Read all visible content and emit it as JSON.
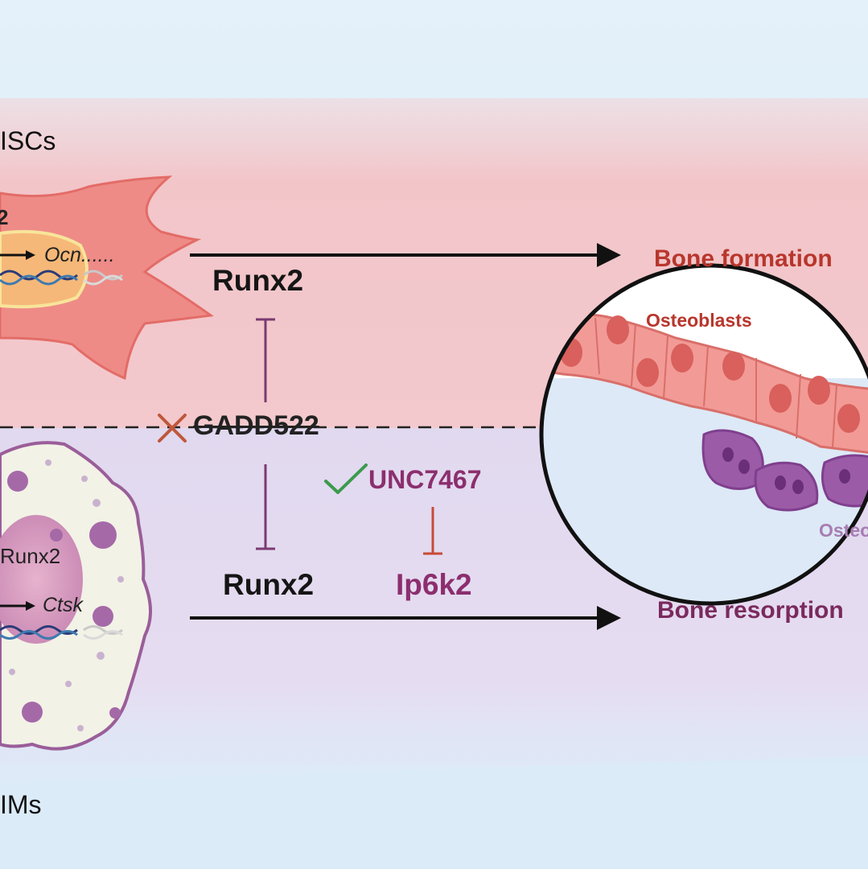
{
  "top_panel": {
    "label": "ISCs",
    "cell_gene_label": "2",
    "gene_target": "Ocn......",
    "arrow_label": "Runx2"
  },
  "bottom_panel": {
    "label": "IMs",
    "cell_gene_label": "Runx2",
    "gene_target": "Ctsk",
    "arrow_label": "Runx2"
  },
  "middle": {
    "blocked_compound": "GADD522",
    "active_compound": "UNC7467",
    "target": "Ip6k2"
  },
  "circle": {
    "top_title": "Bone formation",
    "bottom_title": "Bone resorption",
    "osteoblasts_label": "Osteoblasts",
    "osteoclasts_label": "Osteo"
  },
  "colors": {
    "formation_red": "#b8362c",
    "resorption_purple": "#7a2a5e",
    "check_green": "#3c9a4c",
    "cross_red": "#c0573c"
  },
  "icons": {
    "cross": "cross-icon",
    "check": "check-icon"
  }
}
